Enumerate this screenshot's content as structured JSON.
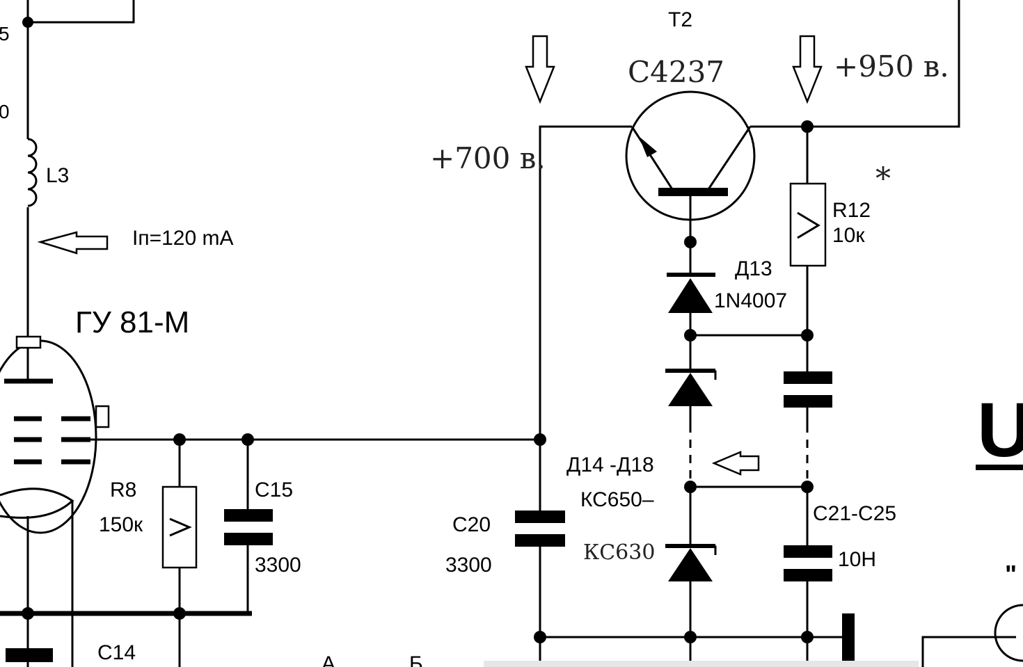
{
  "labels": {
    "top_left_cut": "5",
    "mid_left_cut": "0",
    "l3": "L3",
    "current": "Iп=120 mA",
    "tube": "ГУ 81-М",
    "r8_name": "R8",
    "r8_val": "150к",
    "c15_name": "C15",
    "c15_val": "3300",
    "c14_name": "C14",
    "c20_name": "C20",
    "c20_val": "3300",
    "v700": "+700 в.",
    "t2": "T2",
    "transistor": "C4237",
    "v950": "+950 в.",
    "star": "*",
    "r12_name": "R12",
    "r12_val": "10к",
    "d13_name": "Д13",
    "d13_val": "1N4007",
    "d14_range": "Д14 -Д18",
    "kc650": "КС650–",
    "kc630": "КС630",
    "c21_range": "C21-C25",
    "c21_val": "10Н",
    "right_quote": "\"",
    "right_letter": "U",
    "bottom_a": "А",
    "bottom_b": "Б"
  },
  "colors": {
    "line": "#000000",
    "background": "#ffffff",
    "scrollbar": "#e6e6e6"
  }
}
